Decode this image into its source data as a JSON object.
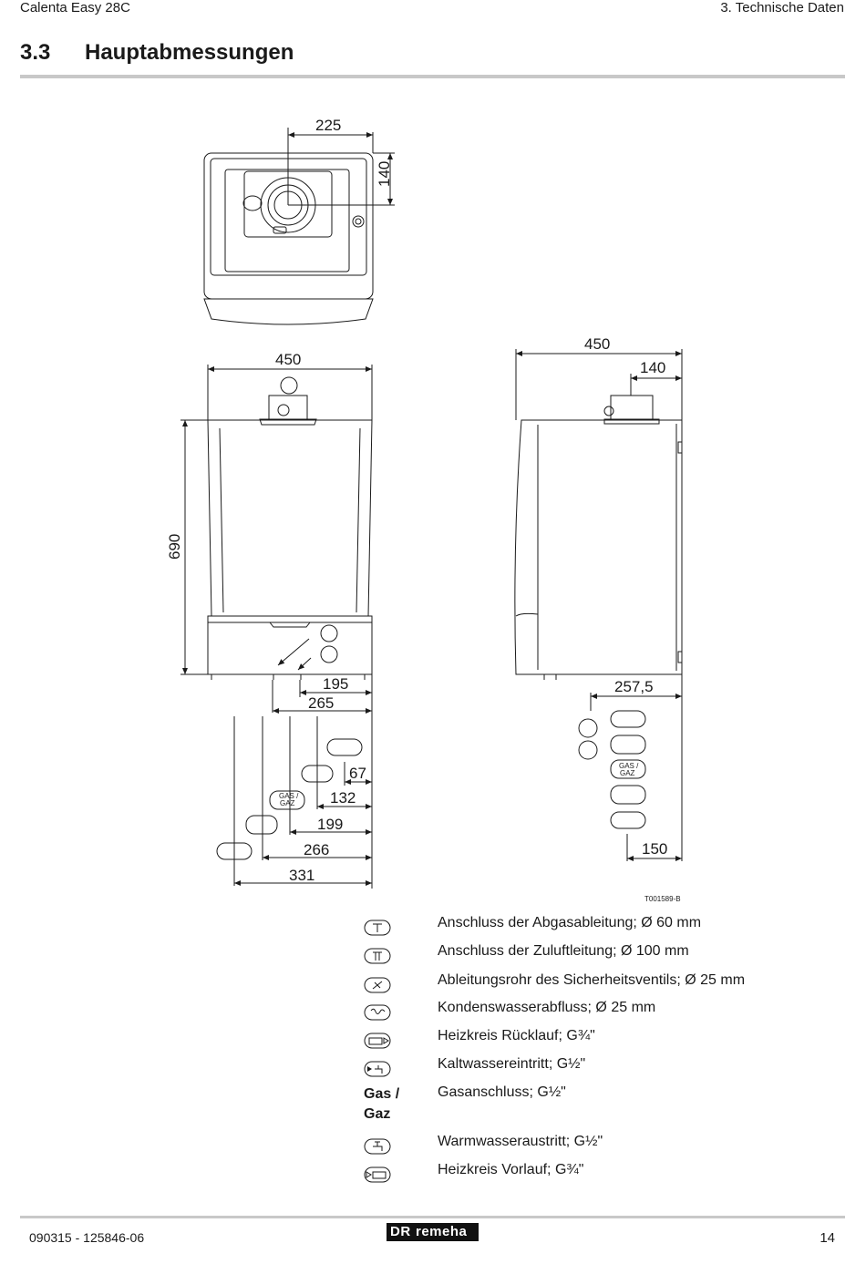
{
  "header": {
    "product": "Calenta Easy 28C",
    "chapter": "3.  Technische Daten"
  },
  "section": {
    "number": "3.3",
    "title": "Hauptabmessungen"
  },
  "drawing": {
    "ref": "T001589-B",
    "dims_top": {
      "d225": "225",
      "d140": "140"
    },
    "dims_front": {
      "width": "450",
      "height": "690",
      "d195": "195",
      "d265": "265",
      "d67": "67",
      "d132": "132",
      "d199": "199",
      "d266": "266",
      "d331": "331"
    },
    "dims_side": {
      "width": "450",
      "d140": "140",
      "d257": "257,5",
      "d150": "150"
    },
    "gas_label_line1": "GAS /",
    "gas_label_line2": "GAZ"
  },
  "legend": {
    "items": [
      {
        "icon": "flue-outlet-icon",
        "text": "Anschluss der Abgasableitung; Ø 60 mm"
      },
      {
        "icon": "air-inlet-icon",
        "text": "Anschluss der Zuluftleitung; Ø 100 mm"
      },
      {
        "icon": "safety-valve-icon",
        "text": "Ableitungsrohr des Sicherheitsventils; Ø 25 mm"
      },
      {
        "icon": "condensate-icon",
        "text": "Kondenswasserabfluss; Ø 25 mm"
      },
      {
        "icon": "heating-return-icon",
        "text": "Heizkreis Rücklauf; G¾\""
      },
      {
        "icon": "cold-water-icon",
        "text": "Kaltwassereintritt; G½\""
      },
      {
        "icon": "gas-label",
        "text": "Gasanschluss; G½\""
      },
      {
        "icon": "hot-water-icon",
        "text": "Warmwasseraustritt; G½\""
      },
      {
        "icon": "heating-flow-icon",
        "text": "Heizkreis Vorlauf; G¾\""
      }
    ],
    "gas_line1": "Gas /",
    "gas_line2": "Gaz"
  },
  "footer": {
    "doc_number": "090315 - 125846-06",
    "brand_mark": "DR",
    "brand": "remeha",
    "page": "14"
  }
}
